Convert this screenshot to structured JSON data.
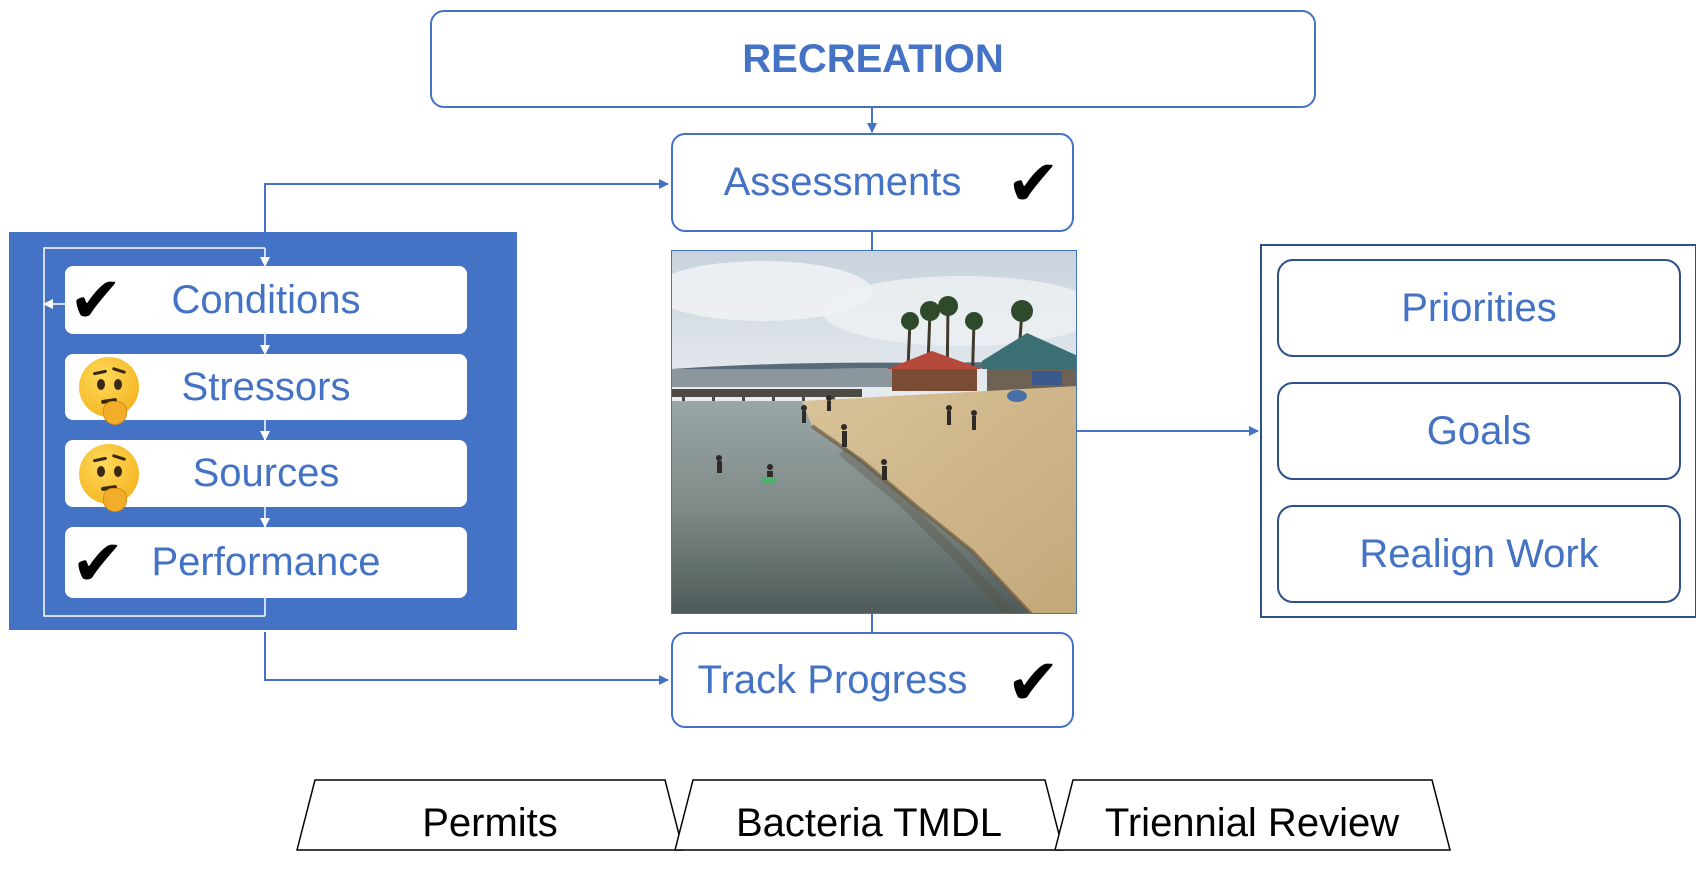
{
  "title": "RECREATION",
  "center": {
    "assessments": "Assessments",
    "track_progress": "Track Progress"
  },
  "left_panel": {
    "items": [
      {
        "label": "Conditions",
        "status": "check"
      },
      {
        "label": "Stressors",
        "status": "thinking"
      },
      {
        "label": "Sources",
        "status": "thinking"
      },
      {
        "label": "Performance",
        "status": "check"
      }
    ]
  },
  "right_panel": {
    "items": [
      "Priorities",
      "Goals",
      "Realign Work"
    ]
  },
  "tabs": [
    "Permits",
    "Bacteria TMDL",
    "Triennial Review"
  ],
  "symbols": {
    "check": "✔"
  },
  "colors": {
    "accent": "#4472c4",
    "panel": "#4472c4"
  }
}
